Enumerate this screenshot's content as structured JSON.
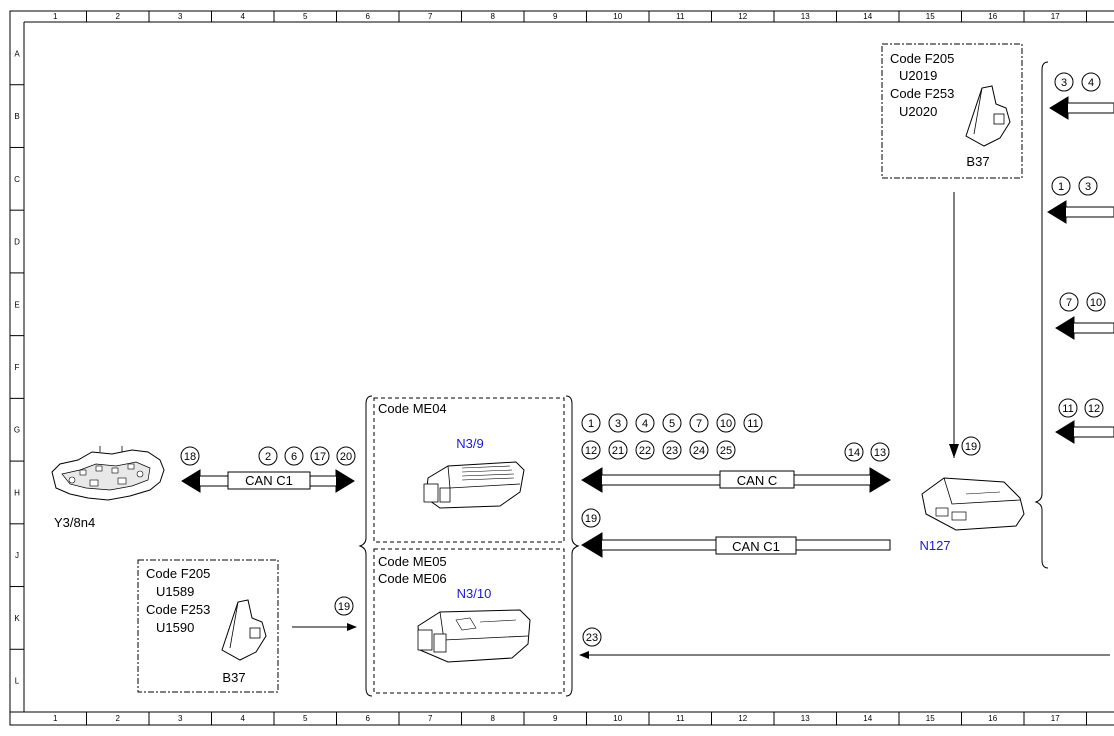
{
  "ruler": {
    "columns": [
      "1",
      "2",
      "3",
      "4",
      "5",
      "6",
      "7",
      "8",
      "9",
      "10",
      "11",
      "12",
      "13",
      "14",
      "15",
      "16",
      "17"
    ],
    "rows": [
      "A",
      "B",
      "C",
      "D",
      "E",
      "F",
      "G",
      "H",
      "J",
      "K",
      "L"
    ]
  },
  "components": {
    "valve_body": {
      "label": "Y3/8n4"
    },
    "ecu_me04": {
      "code": "Code ME04",
      "name": "N3/9"
    },
    "ecu_me05": {
      "code1": "Code ME05",
      "code2": "Code ME06",
      "name": "N3/10"
    },
    "gateway": {
      "name": "N127"
    },
    "pedal_top": {
      "code1": "Code F205",
      "fault1": "U2019",
      "code2": "Code F253",
      "fault2": "U2020",
      "name": "B37"
    },
    "pedal_bottom": {
      "code1": "Code F205",
      "fault1": "U1589",
      "code2": "Code F253",
      "fault2": "U1590",
      "name": "B37"
    }
  },
  "buses": {
    "can_c1_left": "CAN C1",
    "can_c": "CAN C",
    "can_c1_right": "CAN C1"
  },
  "bubbles": {
    "left_bus_single": "18",
    "left_bus_group": [
      "2",
      "6",
      "17",
      "20"
    ],
    "can_c_row1": [
      "1",
      "3",
      "4",
      "5",
      "7",
      "10",
      "11"
    ],
    "can_c_row2": [
      "12",
      "21",
      "22",
      "23",
      "24",
      "25"
    ],
    "can_c_right": [
      "14",
      "13"
    ],
    "can_c1_right": "19",
    "pedal_bottom_arrow": "19",
    "gateway_input": "19",
    "bottom_line": "23",
    "right_edge_1": [
      "3",
      "4"
    ],
    "right_edge_2": [
      "1",
      "3"
    ],
    "right_edge_3": [
      "7",
      "10"
    ],
    "right_edge_4": [
      "11",
      "12"
    ]
  }
}
